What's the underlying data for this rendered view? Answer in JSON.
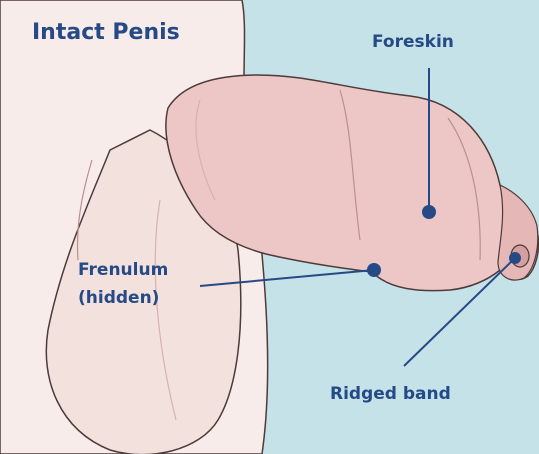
{
  "title": "Intact Penis",
  "labels": {
    "foreskin": "Foreskin",
    "frenulum_line1": "Frenulum",
    "frenulum_line2": "(hidden)",
    "ridged_band": "Ridged band"
  },
  "colors": {
    "background": "#c5e2e9",
    "skin_light": "#f8ecea",
    "skin_pink": "#ecc7c6",
    "skin_shadow": "#dcaaab",
    "outline": "#4d3a3a",
    "label": "#254a86"
  }
}
